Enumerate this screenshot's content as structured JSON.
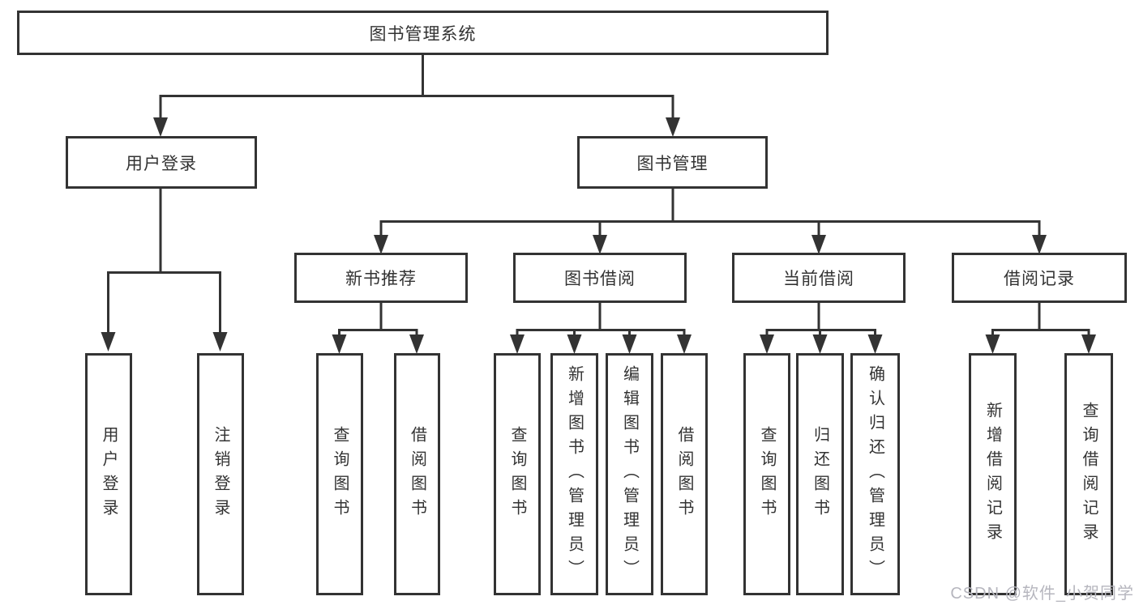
{
  "diagram": {
    "root": {
      "label": "图书管理系统"
    },
    "branches": [
      {
        "label": "用户登录",
        "children": [
          {
            "label": "用户登录"
          },
          {
            "label": "注销登录"
          }
        ]
      },
      {
        "label": "图书管理",
        "children": [
          {
            "label": "新书推荐",
            "children": [
              {
                "label": "查询图书"
              },
              {
                "label": "借阅图书"
              }
            ]
          },
          {
            "label": "图书借阅",
            "children": [
              {
                "label": "查询图书"
              },
              {
                "label": "新增图书（管理员）"
              },
              {
                "label": "编辑图书（管理员）"
              },
              {
                "label": "借阅图书"
              }
            ]
          },
          {
            "label": "当前借阅",
            "children": [
              {
                "label": "查询图书"
              },
              {
                "label": "归还图书"
              },
              {
                "label": "确认归还（管理员）"
              }
            ]
          },
          {
            "label": "借阅记录",
            "children": [
              {
                "label": "新增借阅记录"
              },
              {
                "label": "查询借阅记录"
              }
            ]
          }
        ]
      }
    ]
  },
  "watermark": {
    "text": "CSDN @软件_小贺同学"
  },
  "colors": {
    "line": "#333333",
    "box_border": "#333333",
    "text": "#333333",
    "watermark": "#b6b6be",
    "background": "#ffffff"
  }
}
